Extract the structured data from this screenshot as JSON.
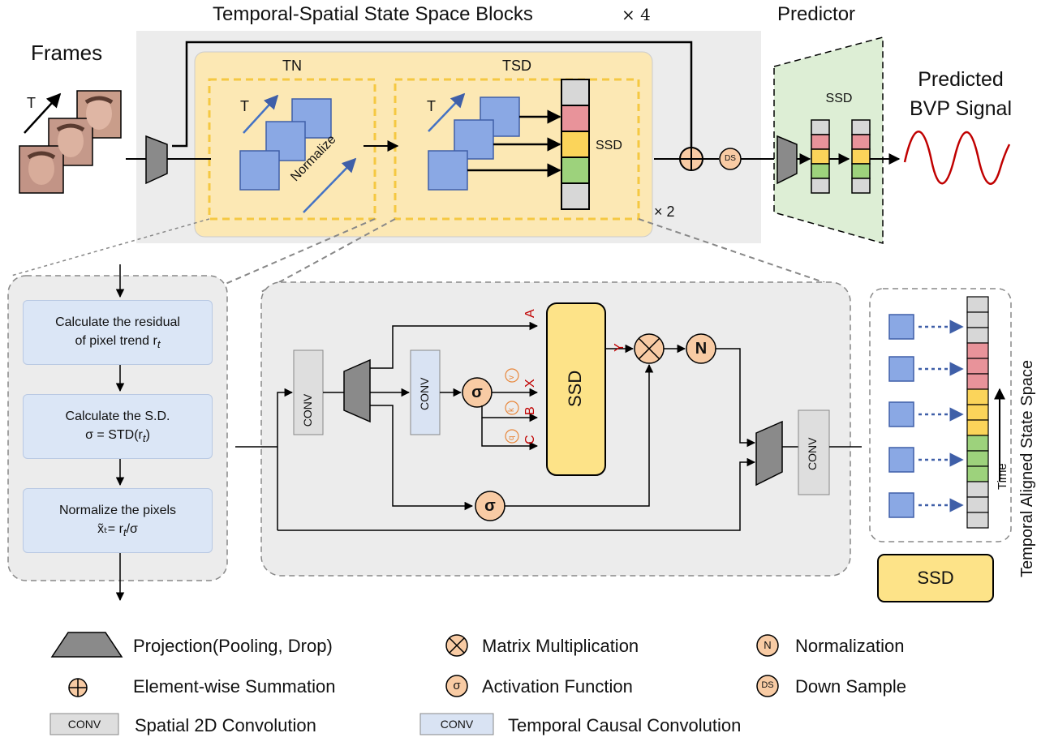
{
  "top": {
    "blocks_title": "Temporal-Spatial State Space Blocks",
    "blocks_repeat": "× 4",
    "predictor_title": "Predictor",
    "frames_label": "Frames",
    "time_axis_label": "T",
    "tn_label": "TN",
    "tsd_label": "TSD",
    "ssd_label": "SSD",
    "normalize_label": "Normalize",
    "inner_repeat": "× 2",
    "downsample_label": "DS",
    "predictor_ssd_label": "SSD",
    "output_label_line1": "Predicted",
    "output_label_line2": "BVP Signal"
  },
  "tn_detail": {
    "steps": [
      {
        "line1": "Calculate the residual",
        "line2": "of pixel trend r",
        "sub": "t"
      },
      {
        "line1": "Calculate the S.D.",
        "line2": "σ = STD(r",
        "sub": "t",
        "tail": ")"
      },
      {
        "line1": "Normalize the pixels",
        "line2": "x̃ₜ= r",
        "sub": "t",
        "tail": "/σ"
      }
    ]
  },
  "tsd_detail": {
    "conv_spatial": "CONV",
    "conv_temporal": "CONV",
    "conv_out": "CONV",
    "ssd_block": "SSD",
    "sigma": "σ",
    "norm": "N",
    "inputs": {
      "A": "A",
      "X": "X",
      "B": "B",
      "C": "C",
      "Y": "Y"
    },
    "circled": {
      "v": "v",
      "k": "k",
      "q": "q"
    }
  },
  "state_space": {
    "title": "Temporal Aligned State Space",
    "time_label": "Time",
    "ssd_legend_box": "SSD"
  },
  "legend": {
    "projection": "Projection(Pooling, Drop)",
    "summation": "Element-wise Summation",
    "spatial_conv_box": "CONV",
    "spatial_conv": "Spatial 2D Convolution",
    "matmul": "Matrix Multiplication",
    "activation_symbol": "σ",
    "activation": "Activation Function",
    "temporal_conv_box": "CONV",
    "temporal_conv": "Temporal Causal Convolution",
    "norm_symbol": "N",
    "normalization": "Normalization",
    "ds_symbol": "DS",
    "downsample": "Down Sample"
  },
  "colors": {
    "block_bg": "#ececec",
    "tn_tsd_bg": "#fce8b4",
    "dash_yellow": "#f5c842",
    "square_blue": "#8aa8e4",
    "square_border": "#3f5fa8",
    "ssd_yellow": "#fde388",
    "cell_gray": "#d7d7d7",
    "cell_pink": "#e8939a",
    "cell_yellow": "#fbd45a",
    "cell_green": "#9dd27c",
    "predictor_green": "#ddeed5",
    "circle_orange": "#f8cba4",
    "label_red": "#c00000",
    "signal_red": "#c00000",
    "conv_gray": "#dedede",
    "conv_blue": "#d9e3f3",
    "arrow_blue": "#3f5fa8"
  }
}
